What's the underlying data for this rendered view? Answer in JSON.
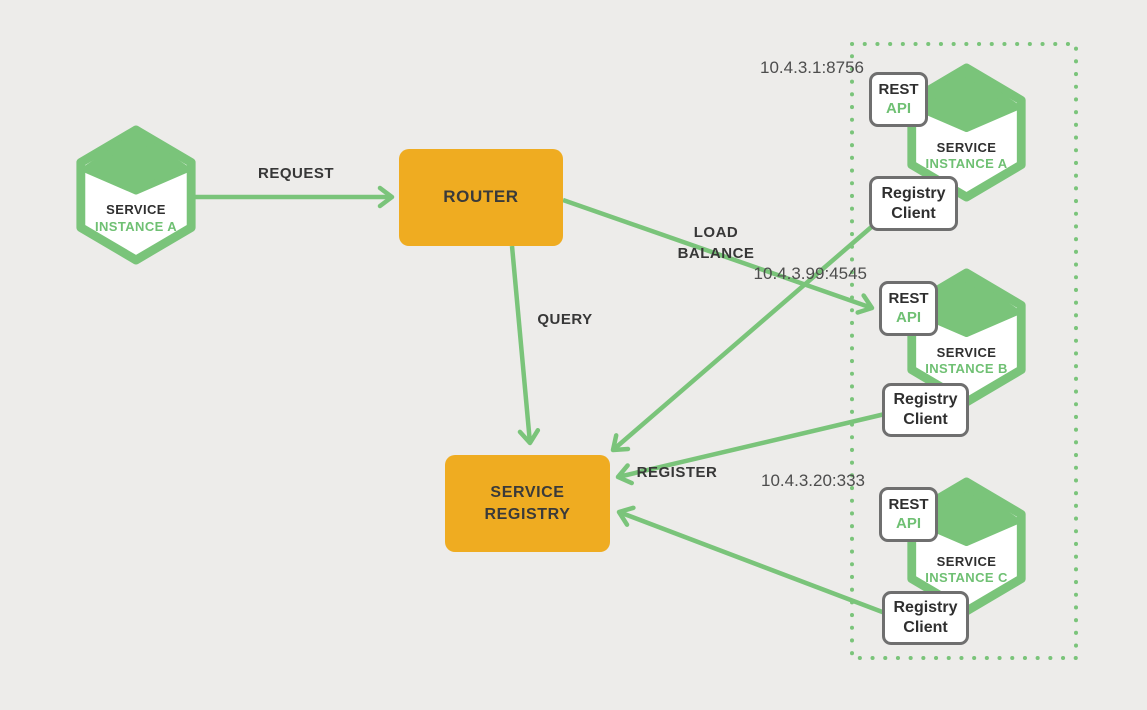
{
  "colors": {
    "green": "#7AC47A",
    "green_text": "#6FC073",
    "orange": "#EFAC21",
    "dark_text": "#373737",
    "box_border_gray": "#6F6F6F",
    "background": "#EDECEA"
  },
  "left_instance": {
    "title_line1": "SERVICE",
    "title_line2": "INSTANCE A"
  },
  "router": {
    "label": "ROUTER"
  },
  "registry": {
    "line1": "SERVICE",
    "line2": "REGISTRY"
  },
  "edges": {
    "request": "REQUEST",
    "query": "QUERY",
    "load_balance": [
      "LOAD",
      "BALANCE"
    ],
    "register": "REGISTER"
  },
  "instances": [
    {
      "id": "A",
      "ip": "10.4.3.1:8756",
      "hex_line1": "SERVICE",
      "hex_line2": "INSTANCE A",
      "rest": "REST",
      "api": "API",
      "client_line1": "Registry",
      "client_line2": "Client"
    },
    {
      "id": "B",
      "ip": "10.4.3.99:4545",
      "hex_line1": "SERVICE",
      "hex_line2": "INSTANCE B",
      "rest": "REST",
      "api": "API",
      "client_line1": "Registry",
      "client_line2": "Client"
    },
    {
      "id": "C",
      "ip": "10.4.3.20:333",
      "hex_line1": "SERVICE",
      "hex_line2": "INSTANCE C",
      "rest": "REST",
      "api": "API",
      "client_line1": "Registry",
      "client_line2": "Client"
    }
  ]
}
